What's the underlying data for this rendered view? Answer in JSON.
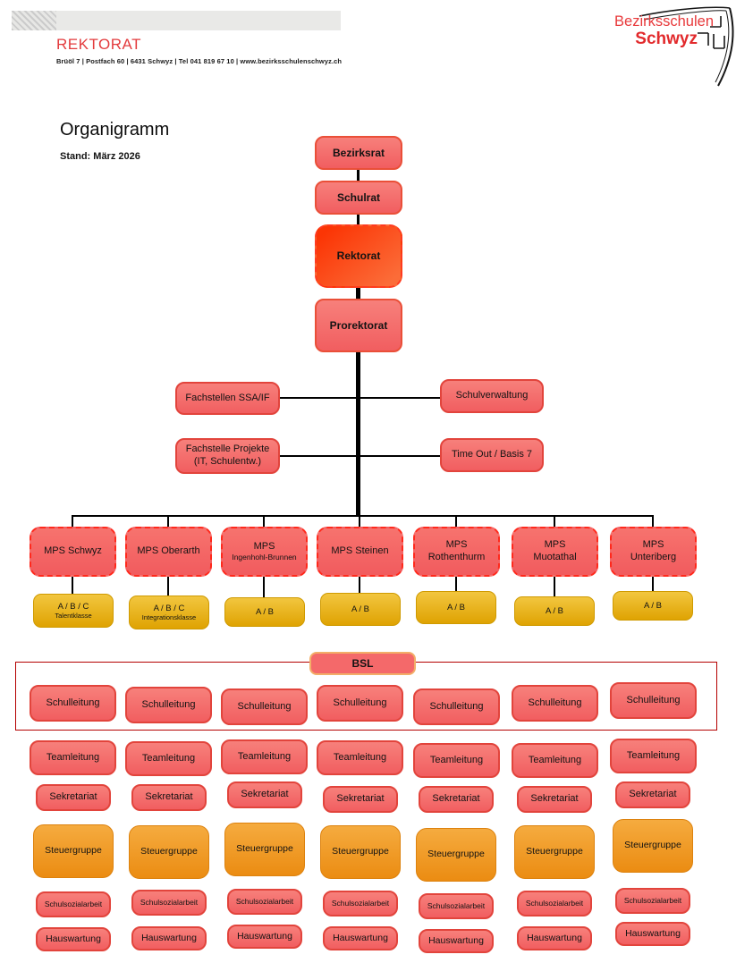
{
  "header": {
    "department": "REKTORAT",
    "address": "Brüöl 7  |  Postfach 60  |  6431 Schwyz  |  Tel 041 819 67 10  |  www.bezirksschulenschwyz.ch",
    "logo": {
      "line1": "Bezirksschulen",
      "line2": "Schwyz"
    }
  },
  "title": "Organigramm",
  "subtitle": "Stand: März 2026",
  "chart": {
    "chain": {
      "bezirksrat": "Bezirksrat",
      "schulrat": "Schulrat",
      "rektorat": "Rektorat",
      "prorektorat": "Prorektorat"
    },
    "side": {
      "ssa": "Fachstellen SSA/IF",
      "verwaltung": "Schulverwaltung",
      "projekte1": "Fachstelle Projekte",
      "projekte2": "(IT, Schulentw.)",
      "timeout": "Time Out / Basis 7"
    },
    "schools": [
      {
        "line1": "MPS Schwyz",
        "line2": ""
      },
      {
        "line1": "MPS Oberarth",
        "line2": ""
      },
      {
        "line1": "MPS",
        "line2": "Ingenhohl-Brunnen"
      },
      {
        "line1": "MPS Steinen",
        "line2": ""
      },
      {
        "line1": "MPS",
        "line2": "Rothenthurm"
      },
      {
        "line1": "MPS",
        "line2": "Muotathal"
      },
      {
        "line1": "MPS",
        "line2": "Unteriberg"
      }
    ],
    "classes": [
      {
        "line1": "A / B / C",
        "line2": "Talentklasse"
      },
      {
        "line1": "A / B / C",
        "line2": "Integrationsklasse"
      },
      {
        "line1": "A / B",
        "line2": ""
      },
      {
        "line1": "A / B",
        "line2": ""
      },
      {
        "line1": "A / B",
        "line2": ""
      },
      {
        "line1": "A / B",
        "line2": ""
      },
      {
        "line1": "A / B",
        "line2": ""
      }
    ],
    "bsl": "BSL",
    "rows": {
      "schulleitung": "Schulleitung",
      "teamleitung": "Teamleitung",
      "sekretariat": "Sekretariat",
      "steuergruppe": "Steuergruppe",
      "schulsozialarbeit": "Schulsozialarbeit",
      "hauswartung": "Hauswartung"
    }
  },
  "colors": {
    "brand_red": "#e8393b",
    "salmon": "#f4696b",
    "box_border_red": "#e2443c",
    "dashed_red": "#ff291c",
    "rektorat_orange": "#fb4a10",
    "class_yellow": "#eab308",
    "steuergruppe_orange": "#f0941c",
    "frame_red": "#b40000",
    "line_black": "#000000"
  }
}
